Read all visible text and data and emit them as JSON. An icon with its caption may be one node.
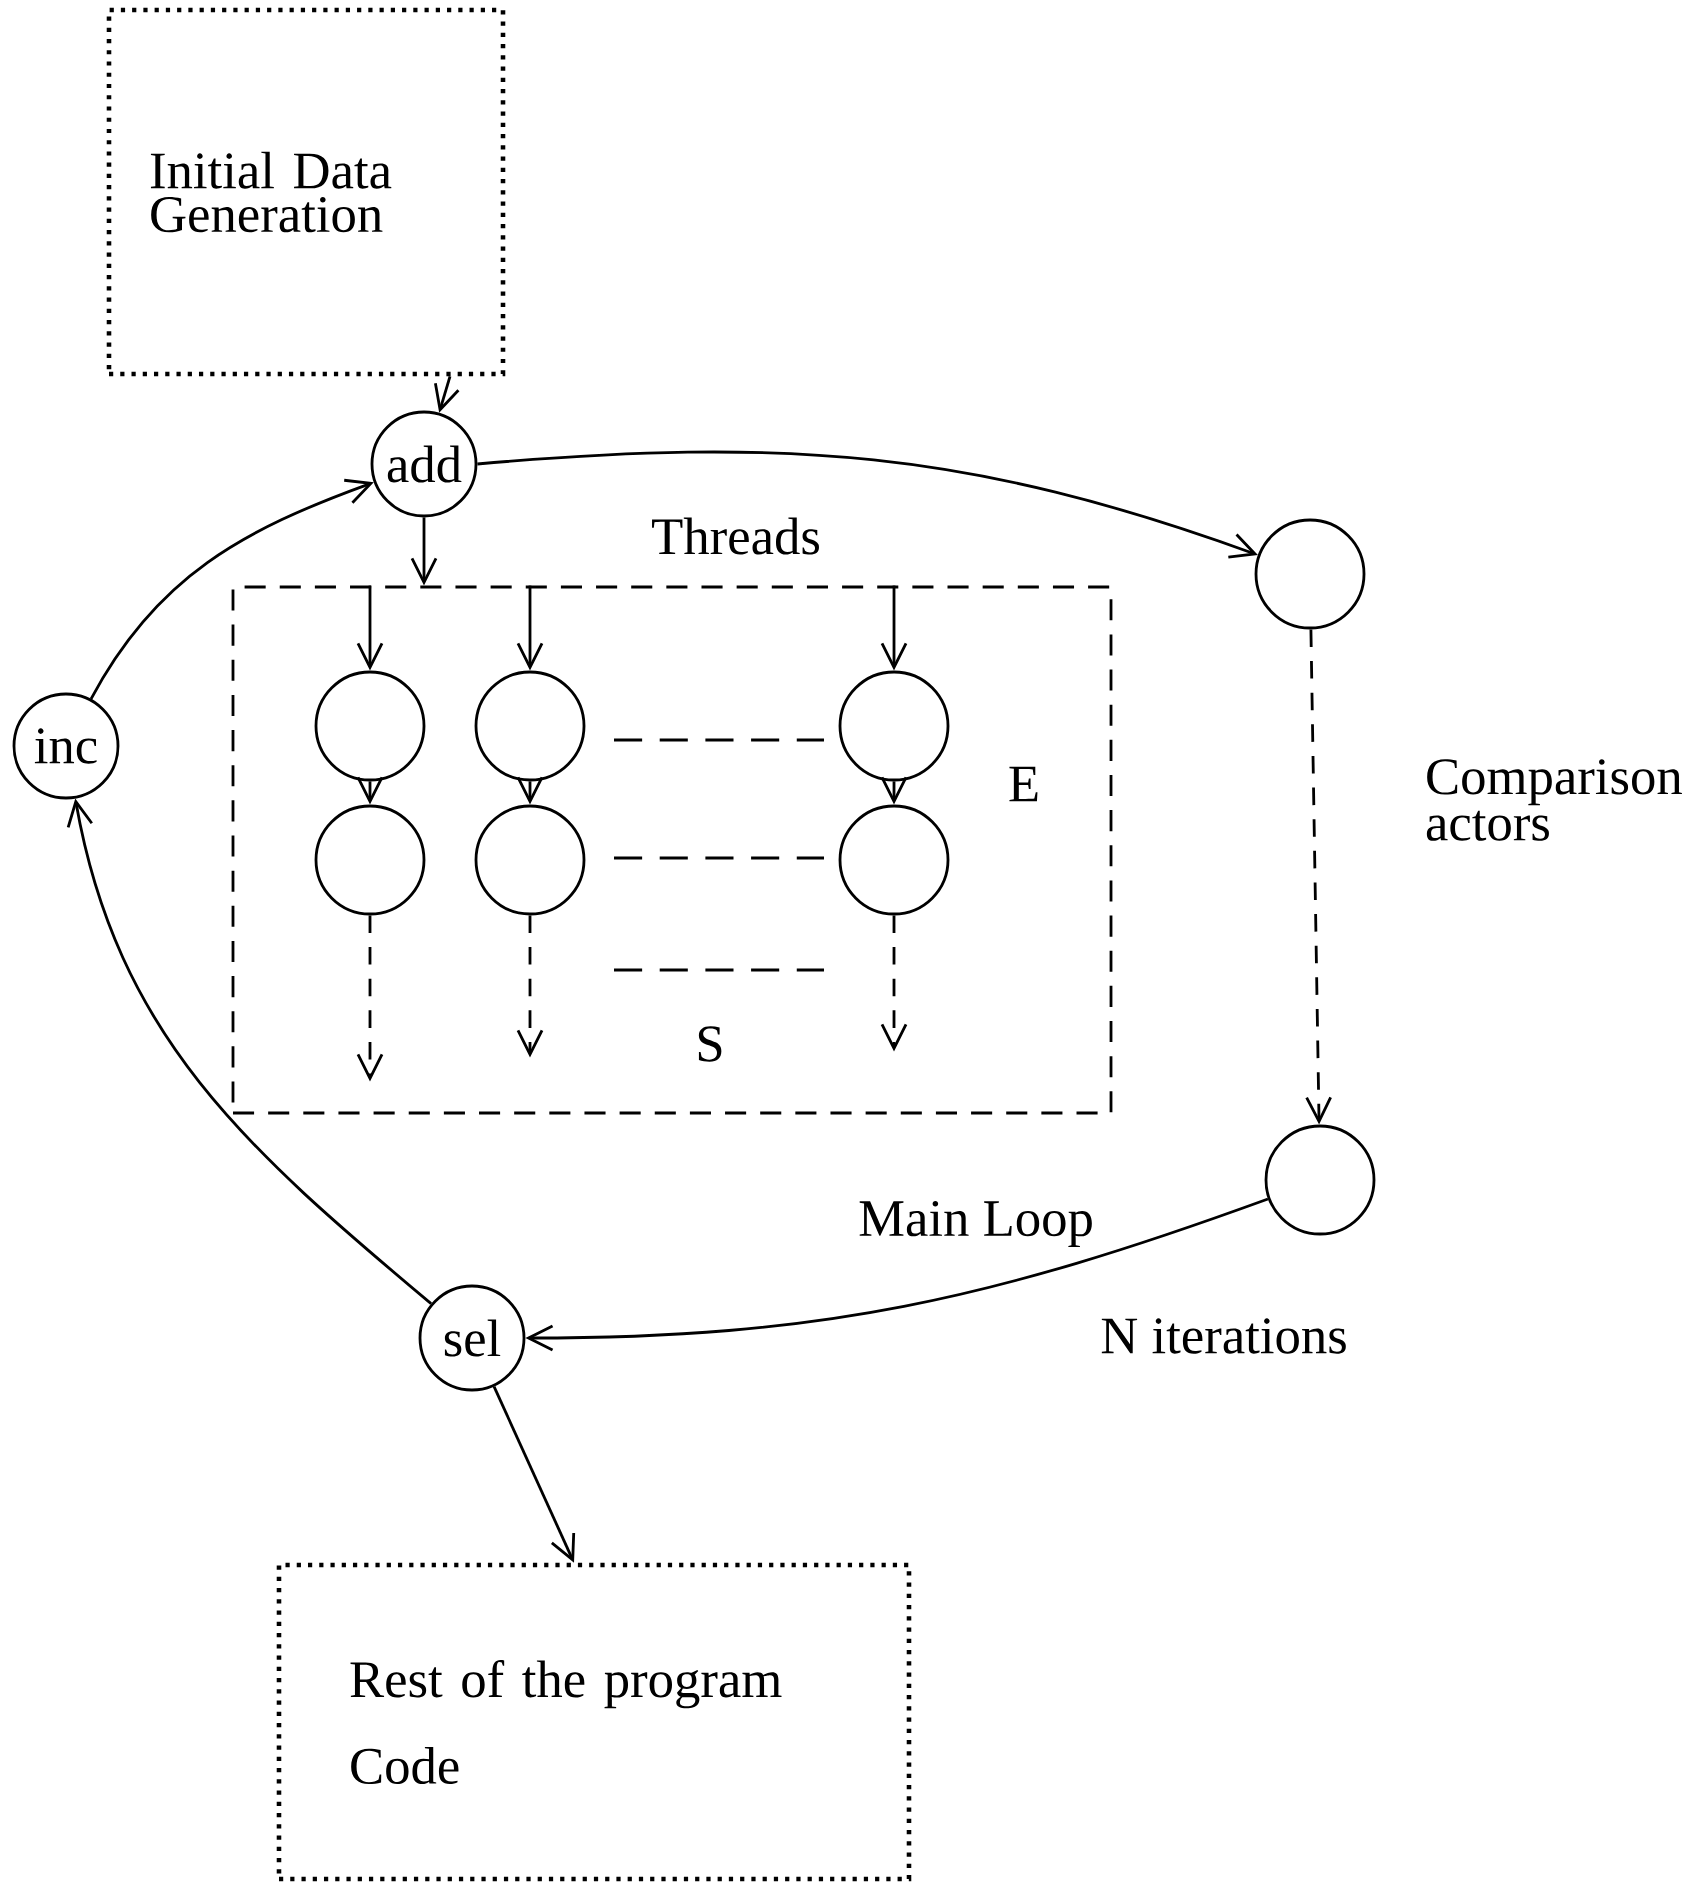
{
  "diagram": {
    "nodes": [
      {
        "text": [
          "Initial Data Generation"
        ]
      },
      {
        "text": [
          "add"
        ]
      },
      {
        "text": [
          "Threads"
        ]
      },
      {
        "text": [],
        "shape": "circle",
        "in": 2
      },
      {
        "text": [],
        "shape": "circle",
        "in": 2
      },
      {
        "text": [],
        "shape": "circle",
        "in": 2
      },
      {
        "text": [],
        "shape": "circle",
        "in": 2
      },
      {
        "text": [],
        "shape": "circle",
        "in": 2
      },
      {
        "text": [],
        "shape": "circle",
        "in": 2
      },
      {
        "text": [],
        "shape": "circle"
      },
      {
        "text": [],
        "shape": "circle"
      },
      {
        "text": [
          "sel"
        ]
      },
      {
        "text": [
          "inc"
        ]
      },
      {
        "text": [
          "Rest of the program",
          "Code"
        ]
      }
    ],
    "edges": [
      {
        "from": 0,
        "to": 1,
        "arrow": "to"
      },
      {
        "from": 1,
        "to": 2,
        "arrow": "to"
      },
      {
        "from": 1,
        "to": 9,
        "arrow": "to"
      },
      {
        "from": null,
        "to": 3,
        "arrow": "to"
      },
      {
        "from": null,
        "to": 4,
        "arrow": "to"
      },
      {
        "from": null,
        "to": 5,
        "arrow": "to"
      },
      {
        "from": 3,
        "to": 6,
        "arrow": "to"
      },
      {
        "from": 4,
        "to": 7,
        "arrow": "to"
      },
      {
        "from": 5,
        "to": 8,
        "arrow": "to"
      },
      {
        "from": 6,
        "to": null,
        "arrow": "to",
        "style": "dashed"
      },
      {
        "from": 7,
        "to": null,
        "arrow": "to",
        "style": "dashed"
      },
      {
        "from": 8,
        "to": null,
        "arrow": "to",
        "style": "dashed"
      },
      {
        "from": 9,
        "to": 10,
        "arrow": "to",
        "style": "dashed"
      },
      {
        "from": 10,
        "to": 11,
        "arrow": "to"
      },
      {
        "from": 11,
        "to": 12,
        "arrow": "to"
      },
      {
        "from": 12,
        "to": 1,
        "arrow": "to"
      },
      {
        "from": 11,
        "to": 13,
        "arrow": "to"
      }
    ],
    "labels": [
      "Comparison actors",
      "E",
      "S",
      "Main Loop",
      "N iterations"
    ]
  }
}
